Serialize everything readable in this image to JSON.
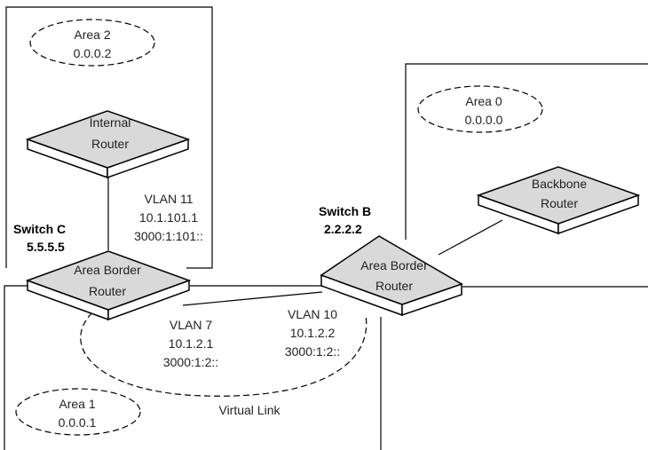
{
  "colors": {
    "router_top": "#d9d9d9",
    "router_side": "#ffffff",
    "stroke": "#000000",
    "text": "#222222"
  },
  "areas": {
    "area2": {
      "name": "Area 2",
      "id": "0.0.0.2"
    },
    "area0": {
      "name": "Area 0",
      "id": "0.0.0.0"
    },
    "area1": {
      "name": "Area 1",
      "id": "0.0.0.1"
    }
  },
  "routers": {
    "internal": {
      "line1": "Internal",
      "line2": "Router"
    },
    "backbone": {
      "line1": "Backbone",
      "line2": "Router"
    },
    "abr_c": {
      "line1": "Area Border",
      "line2": "Router"
    },
    "abr_b": {
      "line1": "Area Border",
      "line2": "Router"
    }
  },
  "switches": {
    "c": {
      "name": "Switch C",
      "id": "5.5.5.5"
    },
    "b": {
      "name": "Switch B",
      "id": "2.2.2.2"
    }
  },
  "interfaces": {
    "vlan11": {
      "name": "VLAN 11",
      "ipv4": "10.1.101.1",
      "ipv6": "3000:1:101::"
    },
    "vlan7": {
      "name": "VLAN 7",
      "ipv4": "10.1.2.1",
      "ipv6": "3000:1:2::"
    },
    "vlan10": {
      "name": "VLAN 10",
      "ipv4": "10.1.2.2",
      "ipv6": "3000:1:2::"
    }
  },
  "virtual_link": "Virtual Link"
}
